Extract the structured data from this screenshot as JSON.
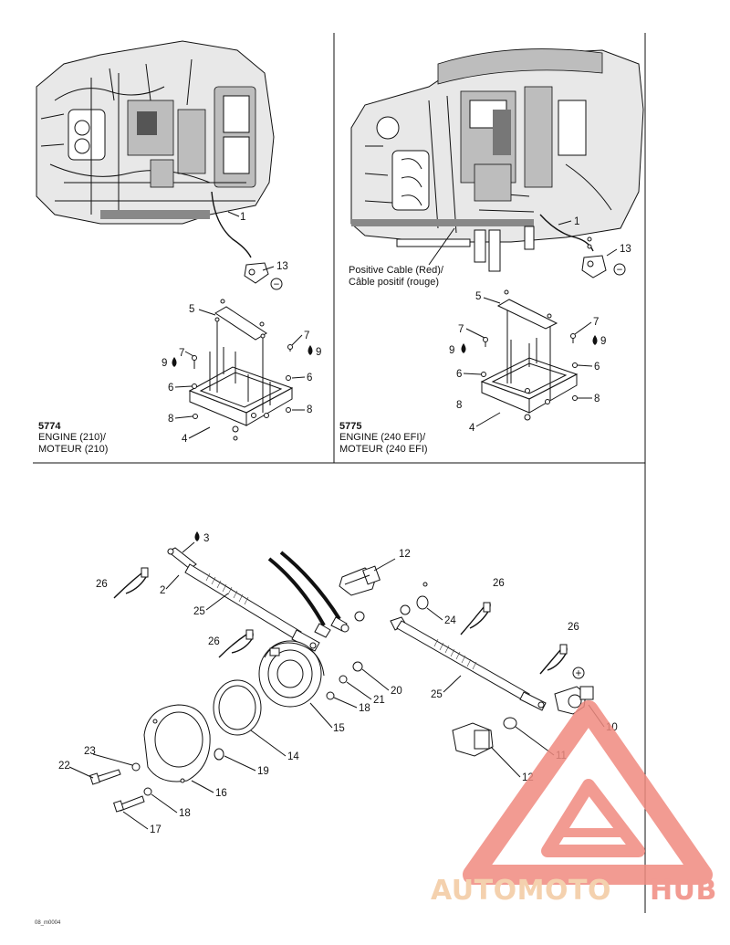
{
  "panels": {
    "engine_210": {
      "diagram_number": "5774",
      "caption_line1": "ENGINE (210)/",
      "caption_line2": "MOTEUR (210)",
      "callouts": [
        "1",
        "13",
        "5",
        "7",
        "9",
        "6",
        "8",
        "4",
        "7",
        "9",
        "6",
        "8"
      ]
    },
    "engine_240": {
      "diagram_number": "5775",
      "caption_line1": "ENGINE (240 EFI)/",
      "caption_line2": "MOTEUR (240 EFI)",
      "cable_label_line1": "Positive Cable (Red)/",
      "cable_label_line2": "Câble positif (rouge)",
      "callouts": [
        "1",
        "13",
        "5",
        "7",
        "9",
        "6",
        "8",
        "4",
        "7",
        "9",
        "6",
        "8"
      ]
    },
    "solenoid_assembly": {
      "callouts": [
        "3",
        "26",
        "2",
        "25",
        "12",
        "26",
        "24",
        "26",
        "26",
        "20",
        "21",
        "18",
        "25",
        "15",
        "10",
        "14",
        "11",
        "23",
        "22",
        "19",
        "16",
        "12",
        "18",
        "17"
      ]
    }
  },
  "polarity": {
    "negative": "−",
    "positive": "+"
  },
  "footer_code": "08_m0004",
  "watermark": {
    "brand_part1": "AUTOMOTO",
    "brand_part2": "HUB",
    "color_primary": "#f08a80",
    "color_secondary": "#f3c9a0"
  }
}
